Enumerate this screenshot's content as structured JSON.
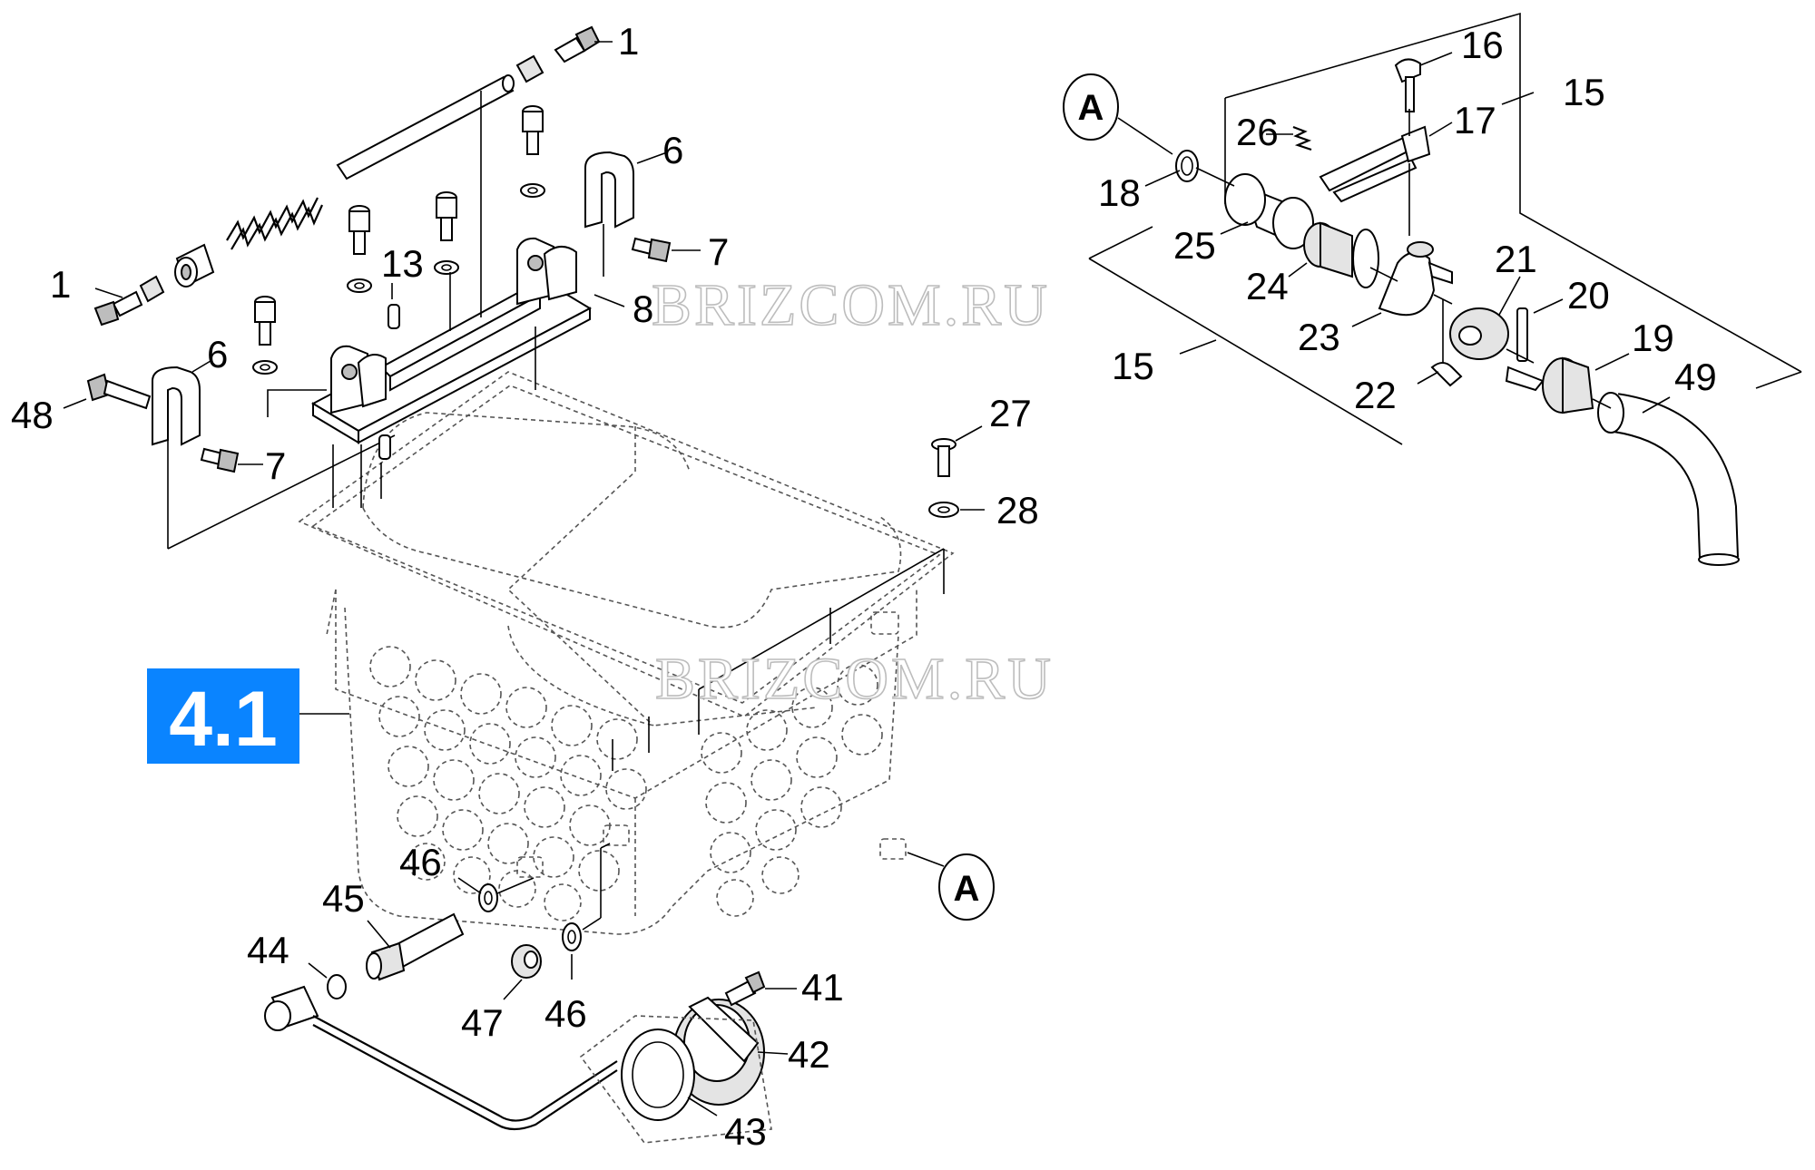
{
  "section_label": "4.1",
  "watermarks": [
    "BRIZCOM.RU",
    "BRIZCOM.RU"
  ],
  "reference_marker": "A",
  "section_color": "#0a84ff",
  "callouts": {
    "c1a": "1",
    "c1b": "1",
    "c6a": "6",
    "c6b": "6",
    "c7a": "7",
    "c7b": "7",
    "c8": "8",
    "c13": "13",
    "c48": "48",
    "c27": "27",
    "c28": "28",
    "c15a": "15",
    "c15b": "15",
    "c16": "16",
    "c17": "17",
    "c18": "18",
    "c19": "19",
    "c20": "20",
    "c21": "21",
    "c22": "22",
    "c23": "23",
    "c24": "24",
    "c25": "25",
    "c26": "26",
    "c49": "49",
    "c41": "41",
    "c42": "42",
    "c43": "43",
    "c44": "44",
    "c45": "45",
    "c46a": "46",
    "c46b": "46",
    "c47": "47"
  }
}
